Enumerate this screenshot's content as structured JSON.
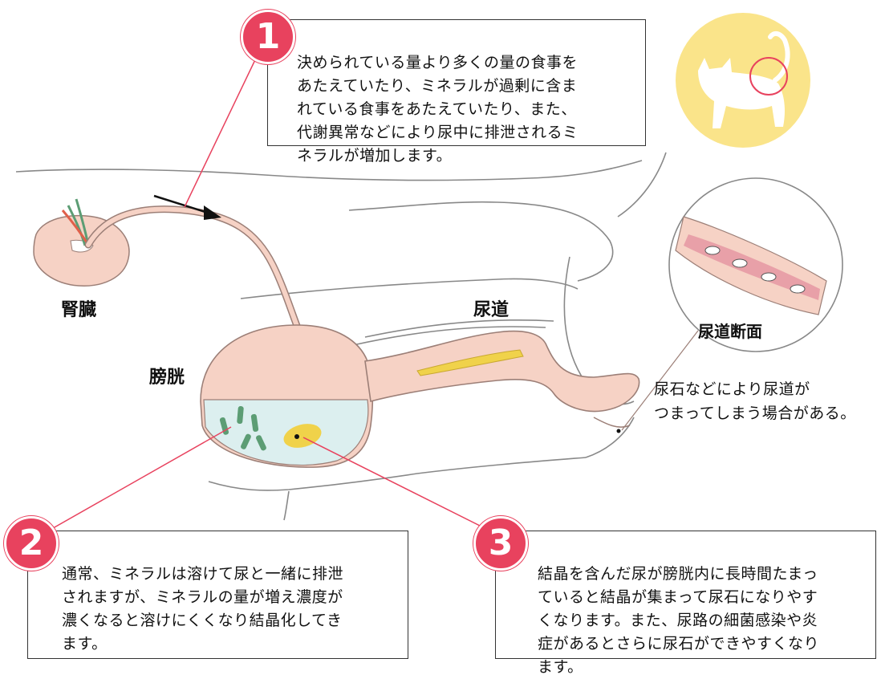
{
  "colors": {
    "pink_line": "#e8425e",
    "organ_fill": "#f6d2c5",
    "organ_stroke": "#9c7f77",
    "urine_fill": "#dcefef",
    "crystal_green": "#5c9d74",
    "stone_yellow": "#f0d24a",
    "cat_circle": "#fae48a"
  },
  "callouts": [
    {
      "number": "1",
      "text": "決められている量より多くの量の食事を\nあたえていたり、ミネラルが過剰に含ま\nれている食事をあたえていたり、また、\n代謝異常などにより尿中に排泄されるミ\nネラルが増加します。"
    },
    {
      "number": "2",
      "text": "通常、ミネラルは溶けて尿と一緒に排泄\nされますが、ミネラルの量が増え濃度が\n濃くなると溶けにくくなり結晶化してき\nます。"
    },
    {
      "number": "3",
      "text": "結晶を含んだ尿が膀胱内に長時間たまっ\nていると結晶が集まって尿石になりやす\nくなります。また、尿路の細菌感染や炎\n症があるとさらに尿石ができやすくなり\nます。"
    }
  ],
  "labels": {
    "kidney": "腎臓",
    "bladder": "膀胱",
    "urethra": "尿道",
    "urethra_section": "尿道断面",
    "blockage_note": "尿石などにより尿道が\nつまってしまう場合がある。"
  }
}
